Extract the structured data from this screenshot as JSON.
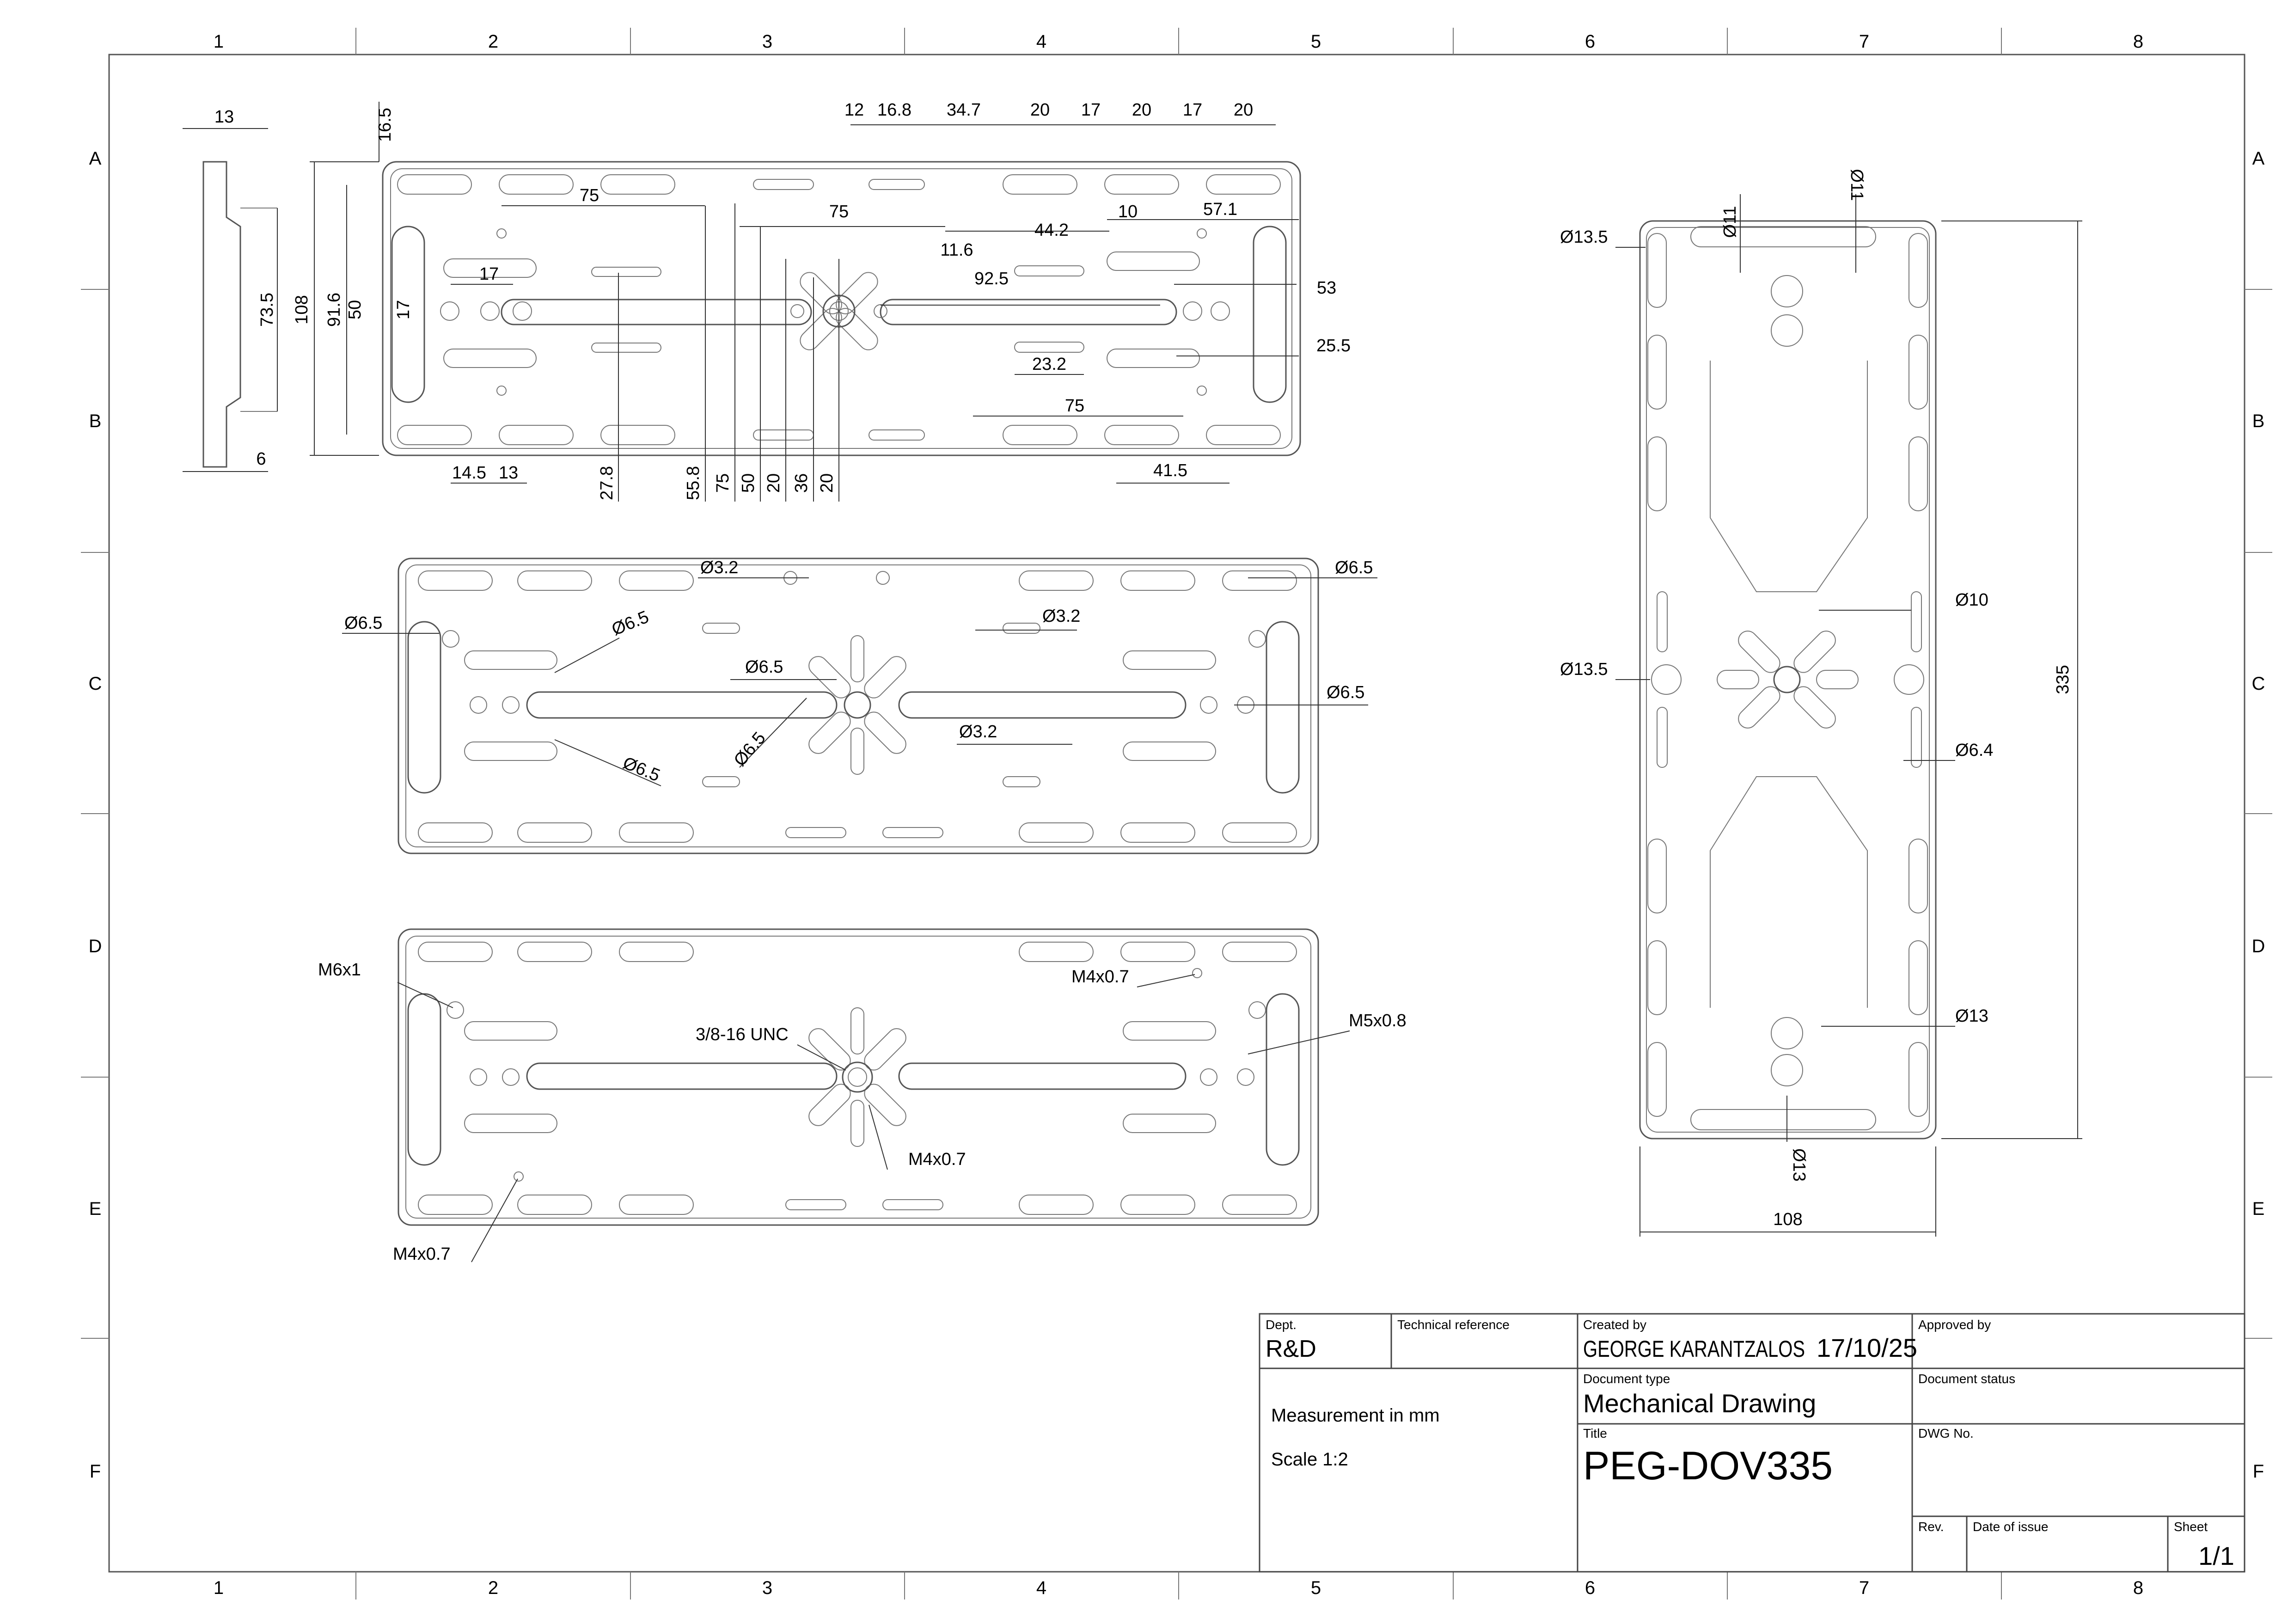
{
  "grid": {
    "columns": [
      "1",
      "2",
      "3",
      "4",
      "5",
      "6",
      "7",
      "8"
    ],
    "rows": [
      "A",
      "B",
      "C",
      "D",
      "E",
      "F"
    ]
  },
  "views": {
    "top": {
      "dims_h_top": [
        "12",
        "16.8",
        "34.7",
        "20",
        "17",
        "20",
        "17",
        "20"
      ],
      "dims_inner": [
        "75",
        "75",
        "44.2",
        "10",
        "57.1",
        "11.6",
        "92.5",
        "53",
        "25.5",
        "23.2",
        "75",
        "17",
        "41.5"
      ],
      "dims_left": [
        "13",
        "16.5",
        "73.5",
        "108",
        "91.6",
        "50",
        "17",
        "6"
      ],
      "dims_bottom": [
        "14.5",
        "13",
        "27.8",
        "55.8",
        "75",
        "50",
        "20",
        "36",
        "20"
      ]
    },
    "middle": {
      "callouts": [
        "Ø3.2",
        "Ø6.5",
        "Ø6.5",
        "Ø6.5",
        "Ø3.2",
        "Ø6.5",
        "Ø6.5",
        "Ø3.2",
        "Ø6.5",
        "Ø6.5"
      ]
    },
    "bottom": {
      "callouts": [
        "M6x1",
        "M4x0.7",
        "M5x0.8",
        "3/8-16 UNC",
        "M4x0.7",
        "M4x0.7"
      ]
    },
    "side": {
      "callouts": [
        "Ø13.5",
        "Ø11",
        "Ø11",
        "Ø10",
        "Ø13.5",
        "Ø6.4",
        "Ø13",
        "Ø13"
      ],
      "length": "335",
      "width": "108"
    }
  },
  "title_block": {
    "dept_label": "Dept.",
    "dept_value": "R&D",
    "techref_label": "Technical reference",
    "created_label": "Created by",
    "created_value": "GEORGE KARANTZALOS",
    "created_date": "17/10/25",
    "approved_label": "Approved by",
    "doctype_label": "Document type",
    "doctype_value": "Mechanical Drawing",
    "docstatus_label": "Document status",
    "measure_note": "Measurement in mm",
    "scale_note": "Scale 1:2",
    "title_label": "Title",
    "title_value": "PEG-DOV335",
    "dwg_label": "DWG No.",
    "rev_label": "Rev.",
    "date_label": "Date of issue",
    "sheet_label": "Sheet",
    "sheet_value": "1/1"
  }
}
